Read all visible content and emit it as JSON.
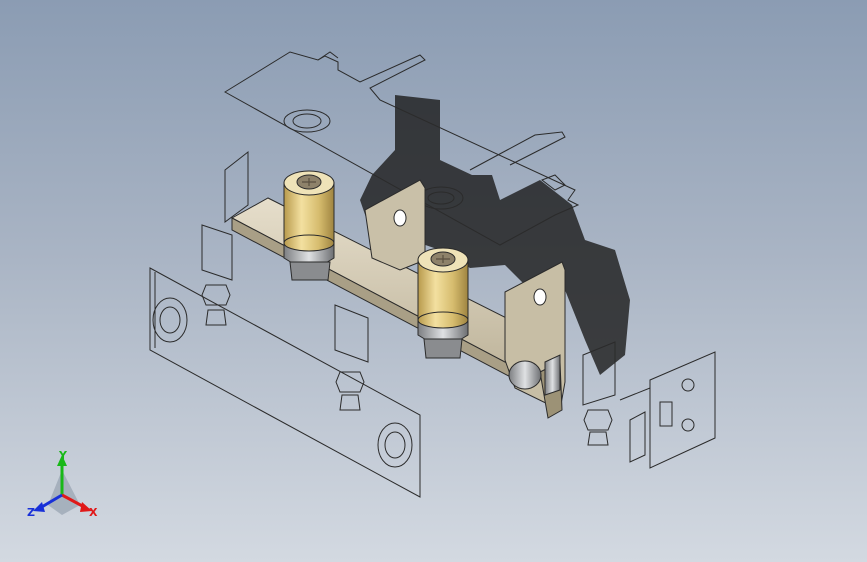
{
  "viewport": {
    "background_top": "#8b9cb3",
    "background_bottom": "#d3d9e1"
  },
  "model": {
    "parts": [
      "top-cover-plate",
      "mounting-bracket",
      "brass-standoff",
      "brass-standoff",
      "front-plate",
      "side-bracket",
      "insulator-tab",
      "hex-nut"
    ],
    "colors": {
      "brass": "#d9c27a",
      "bracket": "#cfc6b0",
      "wireframe": "#2b2b2b",
      "shadow": "#1e1e1e"
    }
  },
  "triad": {
    "x_label": "X",
    "y_label": "Y",
    "z_label": "Z",
    "x_color": "#e01818",
    "y_color": "#18b818",
    "z_color": "#1830d8"
  }
}
